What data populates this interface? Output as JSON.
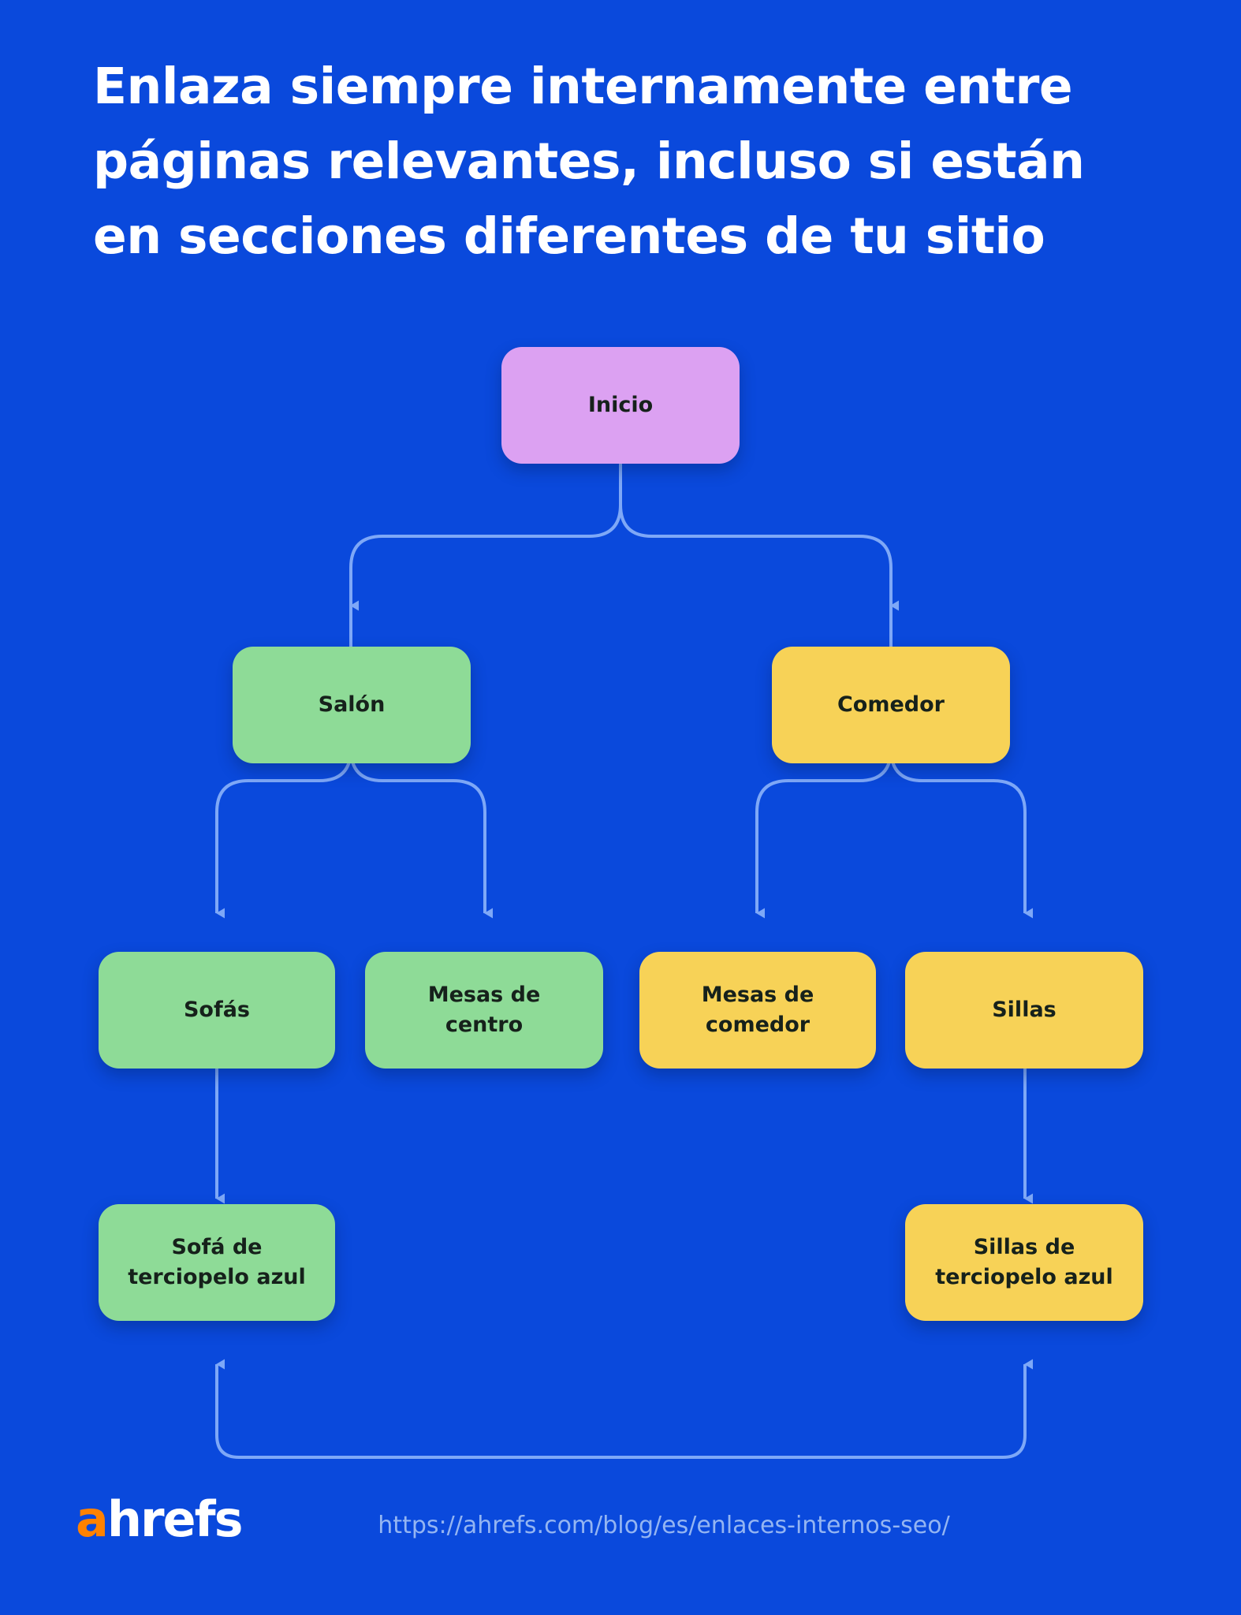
{
  "theme": {
    "background": "#0A49DC",
    "title_color": "#FFFFFF",
    "connector_color": "#7EA8F7",
    "node_purple": "#DCA1F2",
    "node_green": "#8EDB97",
    "node_yellow": "#F7D257",
    "node_text": "#16211B",
    "logo_accent": "#FF8200",
    "url_color": "#94B5F2"
  },
  "header": {
    "title": "Enlaza siempre internamente entre\npáginas relevantes, incluso si están\nen secciones diferentes de tu sitio"
  },
  "diagram": {
    "type": "flowchart",
    "description": "Jerarquía de páginas de un sitio de muebles con un enlace interno entre secciones distintas",
    "nodes": [
      {
        "id": "inicio",
        "label": "Inicio",
        "color": "purple",
        "level": 0
      },
      {
        "id": "salon",
        "label": "Salón",
        "color": "green",
        "level": 1
      },
      {
        "id": "comedor",
        "label": "Comedor",
        "color": "yellow",
        "level": 1
      },
      {
        "id": "sofas",
        "label": "Sofás",
        "color": "green",
        "level": 2
      },
      {
        "id": "mesas-centro",
        "label": "Mesas de\ncentro",
        "color": "green",
        "level": 2
      },
      {
        "id": "mesas-comedor",
        "label": "Mesas de\ncomedor",
        "color": "yellow",
        "level": 2
      },
      {
        "id": "sillas",
        "label": "Sillas",
        "color": "yellow",
        "level": 2
      },
      {
        "id": "sofa-azul",
        "label": "Sofá de\nterciopelo azul",
        "color": "green",
        "level": 3
      },
      {
        "id": "sillas-azul",
        "label": "Sillas de\nterciopelo azul",
        "color": "yellow",
        "level": 3
      }
    ],
    "edges": [
      {
        "from": "inicio",
        "to": "salon",
        "kind": "hierarchy"
      },
      {
        "from": "inicio",
        "to": "comedor",
        "kind": "hierarchy"
      },
      {
        "from": "salon",
        "to": "sofas",
        "kind": "hierarchy"
      },
      {
        "from": "salon",
        "to": "mesas-centro",
        "kind": "hierarchy"
      },
      {
        "from": "comedor",
        "to": "mesas-comedor",
        "kind": "hierarchy"
      },
      {
        "from": "comedor",
        "to": "sillas",
        "kind": "hierarchy"
      },
      {
        "from": "sofas",
        "to": "sofa-azul",
        "kind": "hierarchy"
      },
      {
        "from": "sillas",
        "to": "sillas-azul",
        "kind": "hierarchy"
      },
      {
        "from": "sillas-azul",
        "to": "sofa-azul",
        "kind": "cross-link-bidirectional"
      }
    ]
  },
  "footer": {
    "logo_accent_letter": "a",
    "logo_rest": "hrefs",
    "url": "https://ahrefs.com/blog/es/enlaces-internos-seo/"
  }
}
